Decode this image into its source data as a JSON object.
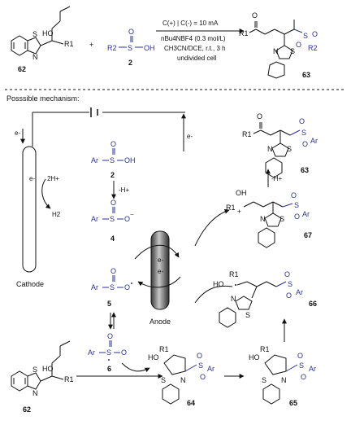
{
  "conditions": {
    "electrodes": "C(+) | C(-) = 10 mA",
    "electrolyte": "nBu4NBF4 (0.3 mol/L)",
    "solvent": "CH3CN/DCE, r.t., 3 h",
    "cell": "undivided cell"
  },
  "labels": {
    "mechanism": "Posssible mechanism:",
    "cathode": "Cathode",
    "anode": "Anode",
    "plus": "+",
    "e_minus": "e-",
    "two_h_plus": "2H+",
    "h2": "H2",
    "minus_h_plus": "-H+",
    "ar": "Ar",
    "oh": "OH",
    "ho": "HO",
    "r1": "R1",
    "r2": "R2",
    "s": "S",
    "o": "O",
    "n": "N",
    "ar_so2": "Ar",
    "ar_so_radical": "Ar"
  },
  "compounds": {
    "c62": "62",
    "c2": "2",
    "c63": "63",
    "c4": "4",
    "c5": "5",
    "c6": "6",
    "c64": "64",
    "c65": "65",
    "c66": "66",
    "c67": "67"
  }
}
